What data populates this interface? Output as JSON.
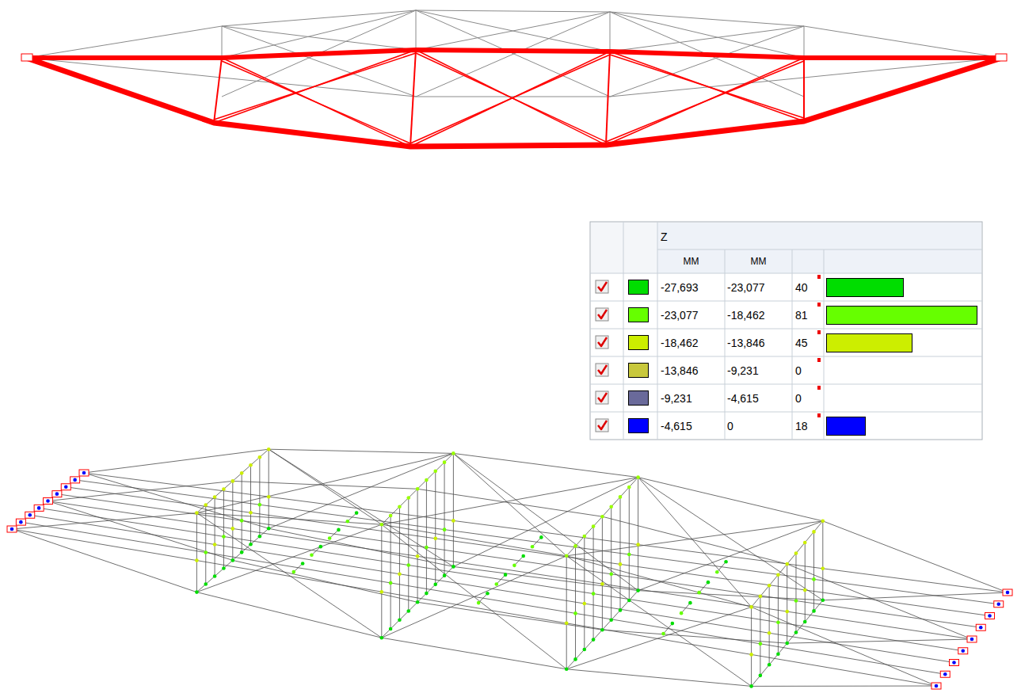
{
  "diagram": {
    "labels": [
      "Z",
      "MM",
      "MM",
      "-23,077",
      "40",
      "-18,462",
      "81",
      "-13,846",
      "45",
      "-9,231",
      "0",
      "-4,615",
      "0",
      "0",
      "18"
    ],
    "legend": [
      {
        "text": "-27,693",
        "color": "#00dd00"
      },
      {
        "text": "-23,077",
        "color": "#66ff00"
      },
      {
        "text": "-18,462",
        "color": "#ccee00"
      },
      {
        "text": "-13,846",
        "color": "#c8c83c"
      },
      {
        "text": "-9,231",
        "color": "#6a6a9a"
      },
      {
        "text": "-4,615",
        "color": "#0000ff"
      }
    ]
  }
}
